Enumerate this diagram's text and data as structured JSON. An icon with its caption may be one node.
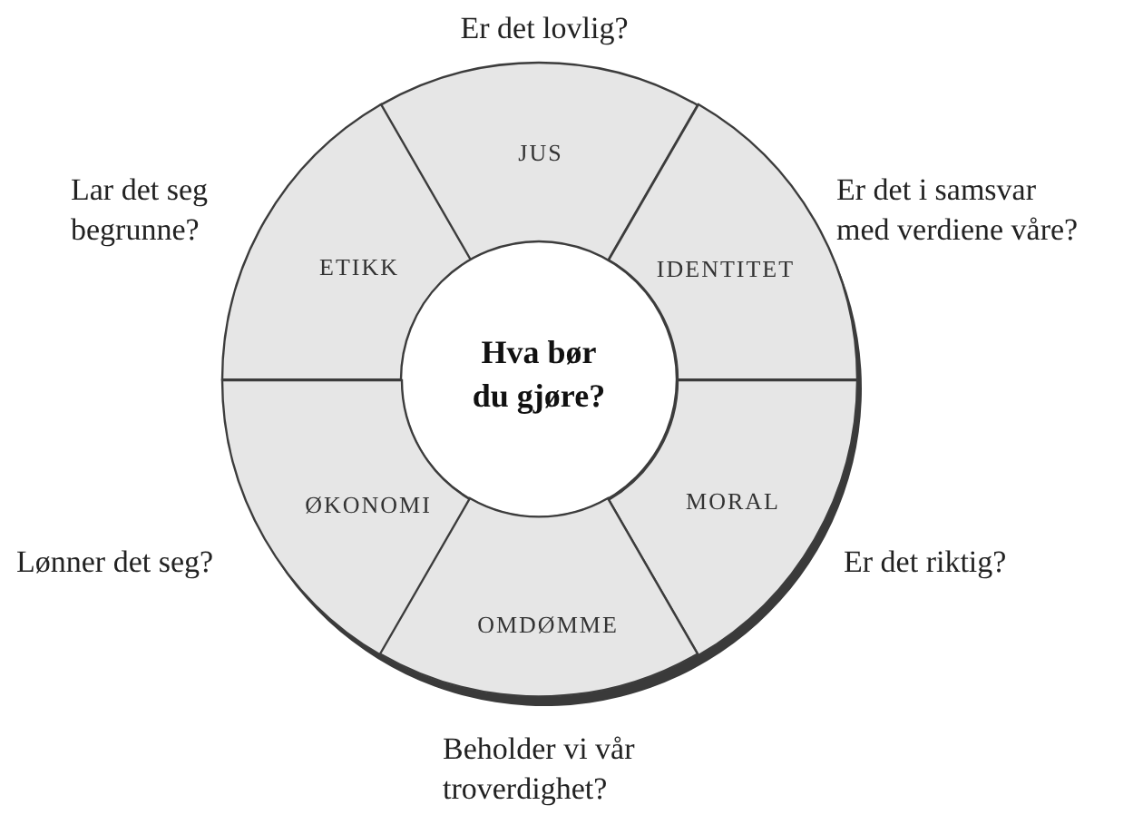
{
  "diagram": {
    "nodes": [
      {
        "text": [
          "JUS"
        ],
        "beside": [
          "Er det lovlig?"
        ]
      },
      {
        "text": [
          "ETIKK"
        ],
        "beside": [
          "Lar det seg begrunne?"
        ]
      },
      {
        "text": [
          "IDENTITET"
        ],
        "beside": [
          "Er det i samsvar med verdiene våre?"
        ]
      },
      {
        "text": [
          "Hva bør du gjøre?"
        ]
      },
      {
        "text": [
          "ØKONOMI"
        ],
        "beside": [
          "Lønner det seg?"
        ]
      },
      {
        "text": [
          "MORAL"
        ],
        "beside": [
          "Er det riktig?"
        ]
      },
      {
        "text": [
          "OMDØMME"
        ],
        "beside": [
          "Beholder vi vår troverdighet?"
        ]
      }
    ]
  }
}
